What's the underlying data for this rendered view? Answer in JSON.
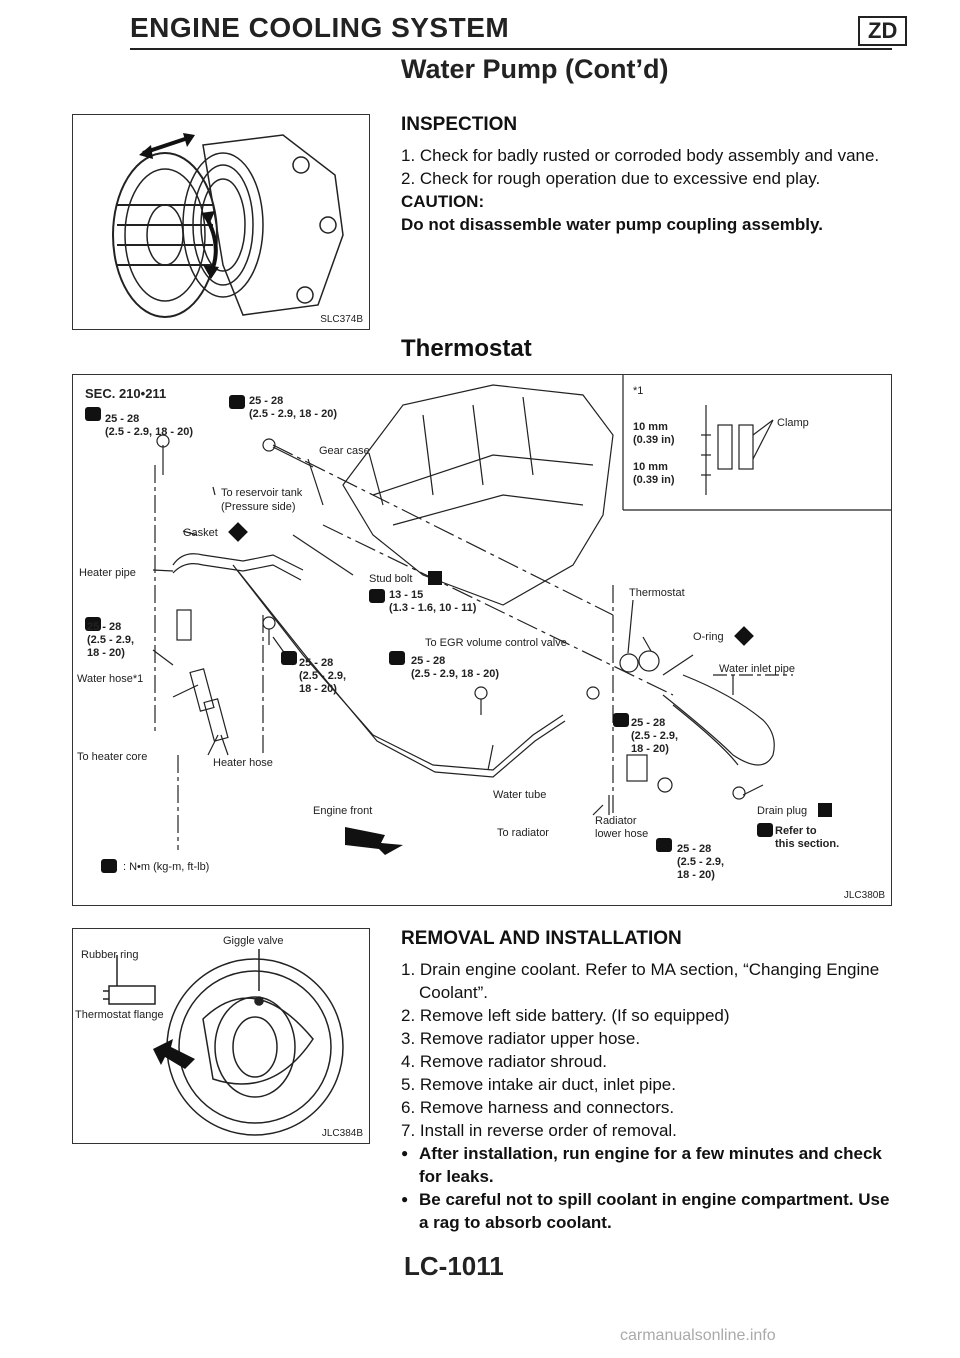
{
  "header": {
    "title": "ENGINE COOLING SYSTEM",
    "code": "ZD",
    "subtitle": "Water Pump (Cont’d)"
  },
  "inspection": {
    "figure_id": "SLC374B",
    "heading": "INSPECTION",
    "lines": [
      "1. Check for badly rusted or corroded body assembly and vane.",
      "2. Check for rough operation due to excessive end play."
    ],
    "caution_label": "CAUTION:",
    "caution_text": "Do not disassemble water pump coupling assembly."
  },
  "thermostat": {
    "heading": "Thermostat",
    "figure_id": "JLC380B",
    "labels": {
      "sec": "SEC. 210•211",
      "t1": "25 - 28\n(2.5 - 2.9, 18 - 20)",
      "t2": "25 - 28\n(2.5 - 2.9, 18 - 20)",
      "gear_case": "Gear case",
      "reservoir": "To reservoir tank",
      "reservoir2": "(Pressure side)",
      "gasket": "Gasket",
      "heater_pipe": "Heater pipe",
      "stud_bolt": "Stud bolt",
      "t3": "13 - 15\n(1.3 - 1.6, 10 - 11)",
      "t4": "25 - 28\n(2.5 - 2.9,\n18 - 20)",
      "water_hose": "Water hose*1",
      "t5": "25 - 28\n(2.5 - 2.9,\n18 - 20)",
      "egr": "To EGR volume control valve",
      "t6": "25 - 28\n(2.5 - 2.9, 18 - 20)",
      "heater_core": "To heater core",
      "heater_hose": "Heater hose",
      "engine_front": "Engine front",
      "water_tube": "Water tube",
      "to_radiator": "To radiator",
      "radiator_lower_hose": "Radiator\nlower hose",
      "thermostat": "Thermostat",
      "o_ring": "O-ring",
      "water_inlet_pipe": "Water inlet pipe",
      "t7": "25 - 28\n(2.5 - 2.9,\n18 - 20)",
      "t8": "25 - 28\n(2.5 - 2.9,\n18 - 20)",
      "drain_plug": "Drain plug",
      "refer": "Refer to\nthis section.",
      "legend": ": N•m (kg-m, ft-lb)",
      "star1": "*1",
      "mm1": "10 mm\n(0.39 in)",
      "mm2": "10 mm\n(0.39 in)",
      "clamp": "Clamp"
    }
  },
  "removal": {
    "figure_id": "JLC384B",
    "fig_labels": {
      "rubber_ring": "Rubber ring",
      "giggle_valve": "Giggle valve",
      "thermostat_flange": "Thermostat flange"
    },
    "heading": "REMOVAL AND INSTALLATION",
    "steps": [
      "1. Drain engine coolant. Refer to MA section, “Changing Engine Coolant”.",
      "2. Remove left side battery. (If so equipped)",
      "3. Remove radiator upper hose.",
      "4. Remove radiator shroud.",
      "5. Remove intake air duct, inlet pipe.",
      "6. Remove harness and connectors.",
      "7. Install in reverse order of removal."
    ],
    "bullets": [
      "After installation, run engine for a few minutes and check for leaks.",
      "Be careful not to spill coolant in engine compartment. Use a rag to absorb coolant."
    ],
    "bullet_mark": "●"
  },
  "footer": {
    "page": "LC-1011",
    "watermark": "carmanualsonline.info"
  }
}
